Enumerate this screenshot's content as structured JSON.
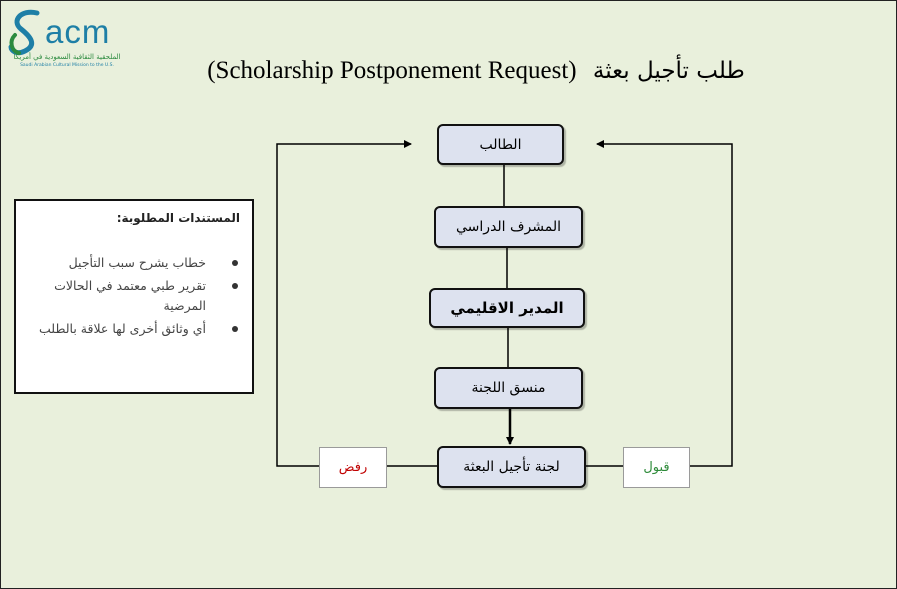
{
  "logo": {
    "wordmark": "acm",
    "subtitle_ar": "الملحقية الثقافية السعودية في أمريكا",
    "subtitle_en": "Saudi Arabian Cultural Mission to the U.S."
  },
  "title": {
    "english": "(Scholarship Postponement Request)",
    "arabic": "طلب تأجيل بعثة"
  },
  "flow": {
    "steps": [
      "الطالب",
      "المشرف الدراسي",
      "المدير الاقليمي",
      "منسق اللجنة",
      "لجنة تأجيل البعثة"
    ],
    "reject_label": "رفض",
    "accept_label": "قبول"
  },
  "documents": {
    "title": "المستندات المطلوبة:",
    "items": [
      "خطاب يشرح سبب التأجيل",
      "تقرير طبي معتمد في الحالات المرضية",
      "أي وثائق أخرى لها علاقة بالطلب"
    ]
  },
  "colors": {
    "background": "#e9f0dc",
    "box_fill": "#dde2ef",
    "reject_text": "#c00000",
    "accept_text": "#2e8b3a",
    "logo_blue": "#1e7fa6",
    "logo_green": "#2b8a3e"
  }
}
